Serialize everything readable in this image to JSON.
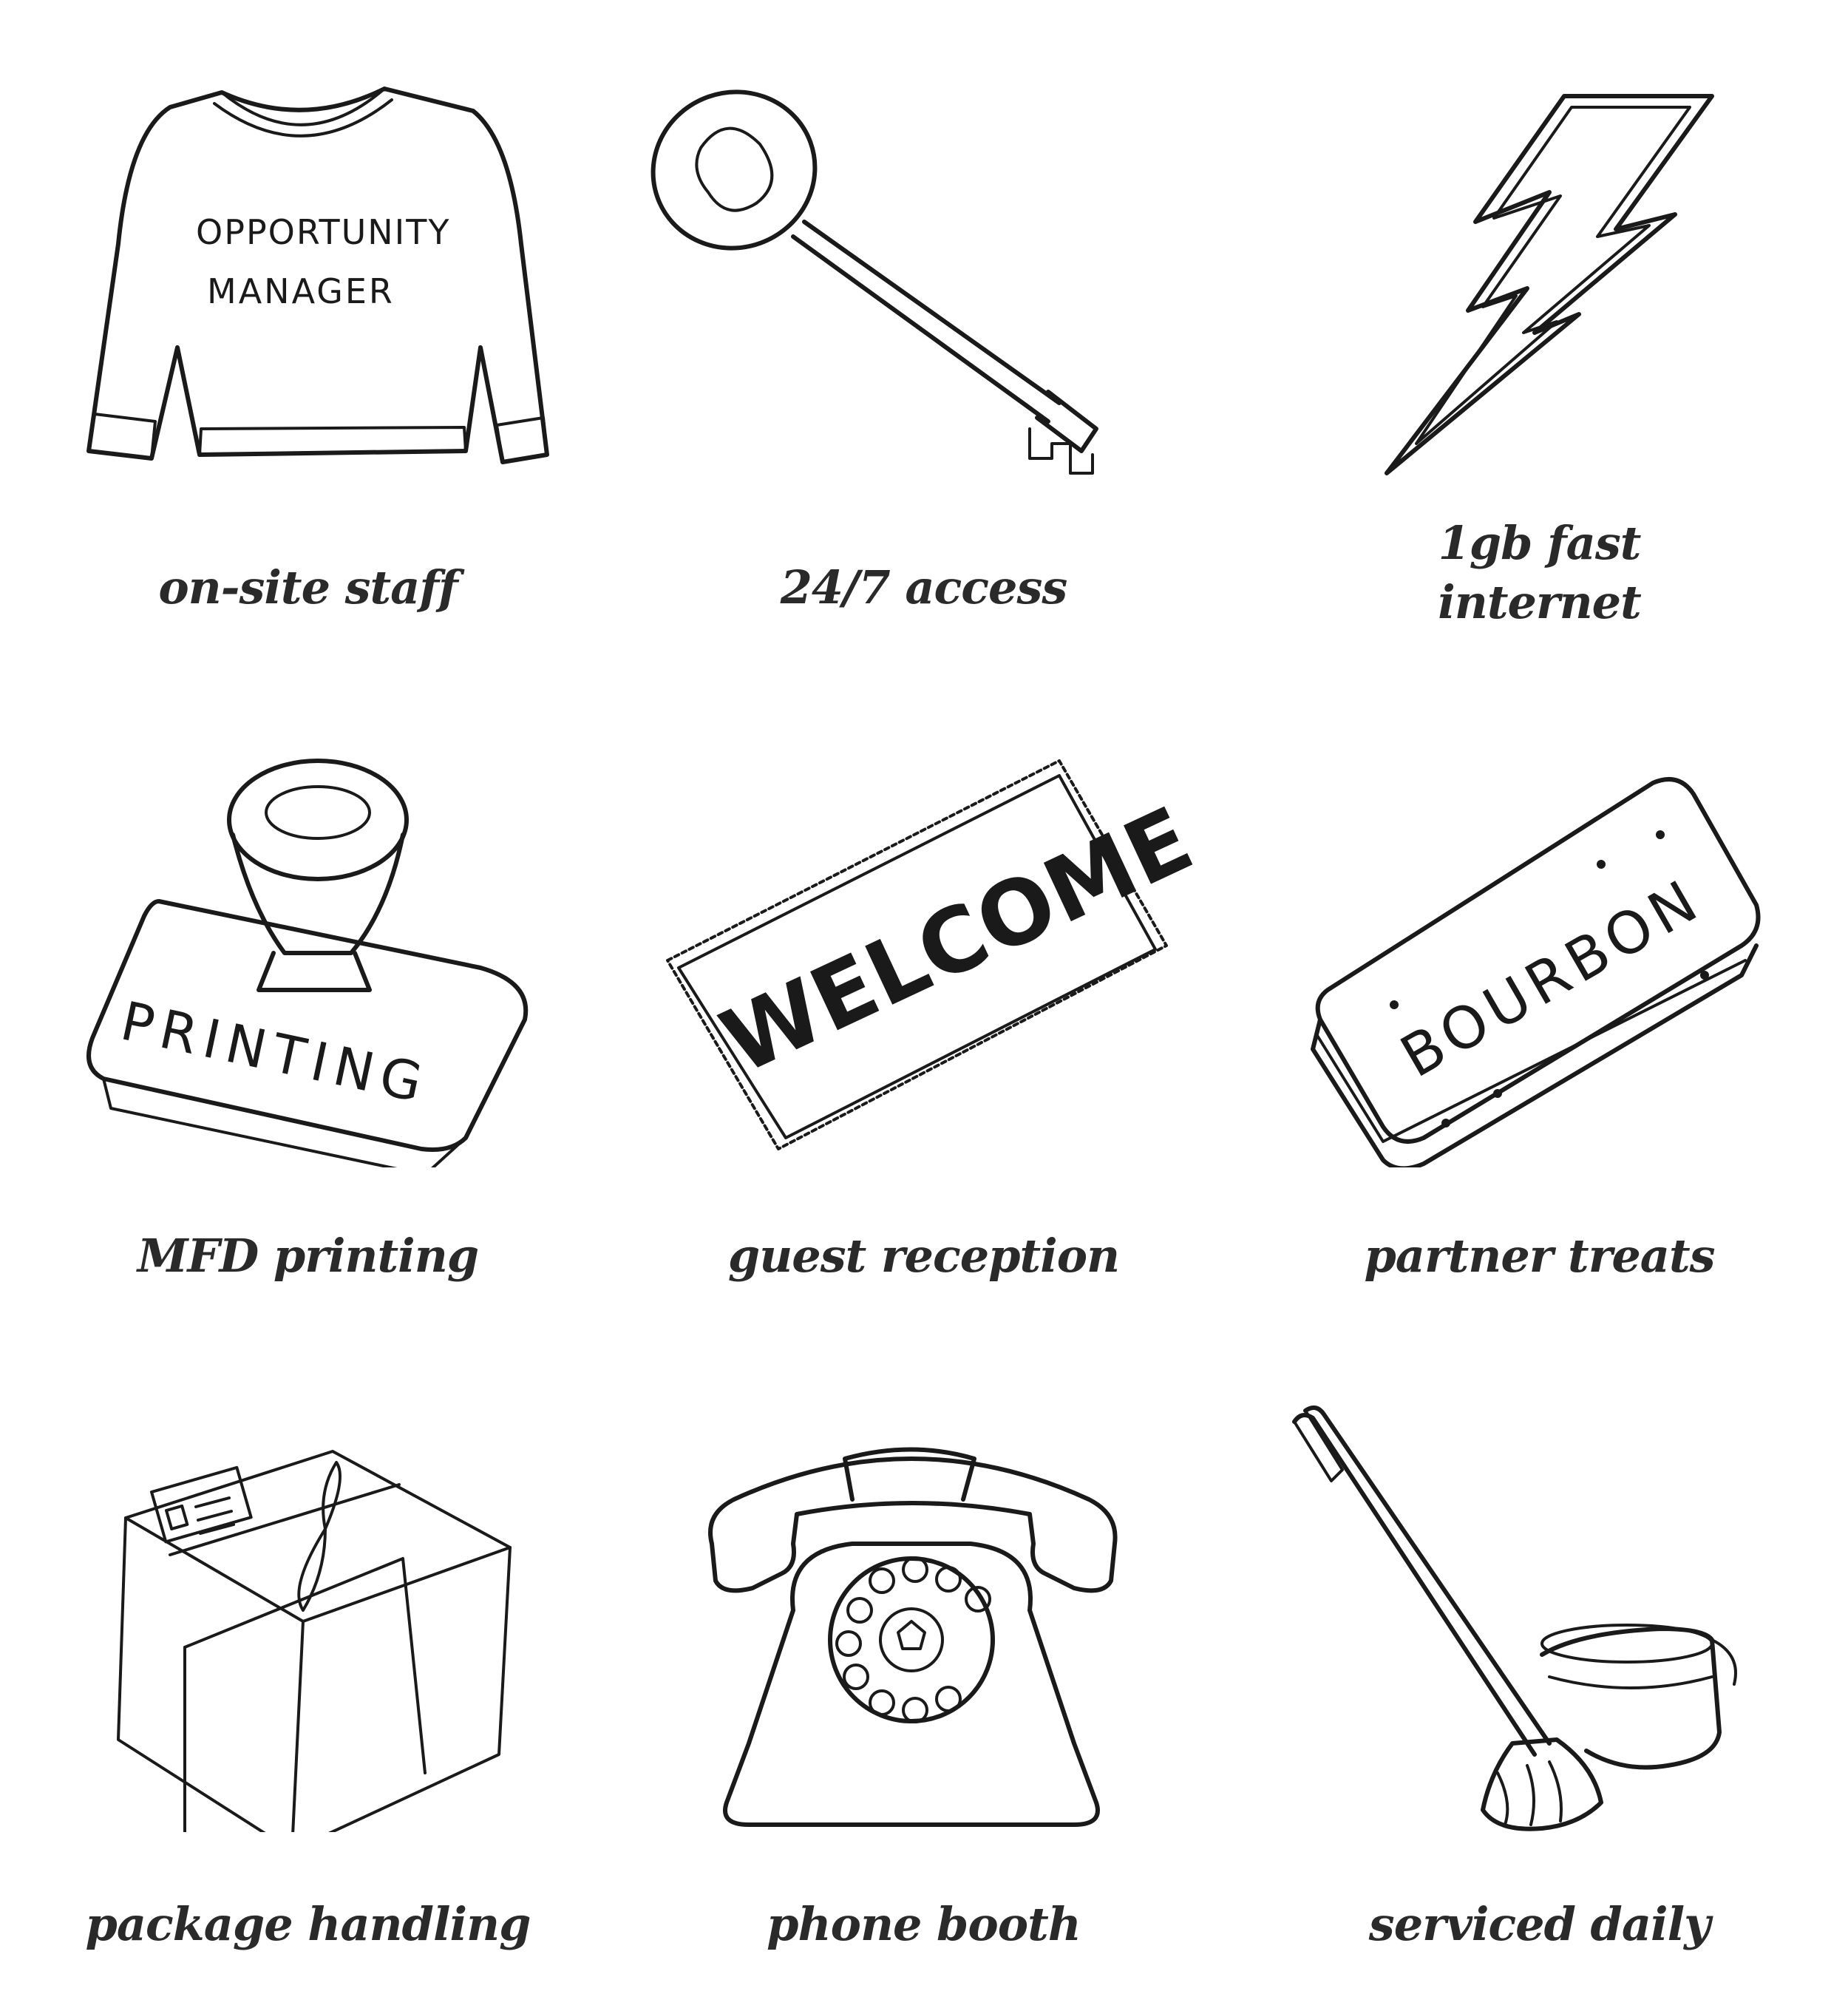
{
  "items": [
    {
      "label": "on-site staff",
      "icon": "sweater-icon",
      "art_text": [
        "OPPORTUNITY",
        "MANAGER"
      ]
    },
    {
      "label": "24/7 access",
      "icon": "key-icon"
    },
    {
      "label_lines": [
        "1gb fast",
        "internet"
      ],
      "icon": "lightning-bolt-icon"
    },
    {
      "label": "MFD printing",
      "icon": "rubber-stamp-icon",
      "art_text": "PRINTING"
    },
    {
      "label": "guest reception",
      "icon": "doormat-icon",
      "art_text": "WELCOME"
    },
    {
      "label": "partner treats",
      "icon": "biscuit-icon",
      "art_text": "BOURBON"
    },
    {
      "label": "package handling",
      "icon": "parcel-icon"
    },
    {
      "label": "phone booth",
      "icon": "rotary-phone-icon"
    },
    {
      "label": "serviced daily",
      "icon": "mop-bucket-icon"
    }
  ]
}
